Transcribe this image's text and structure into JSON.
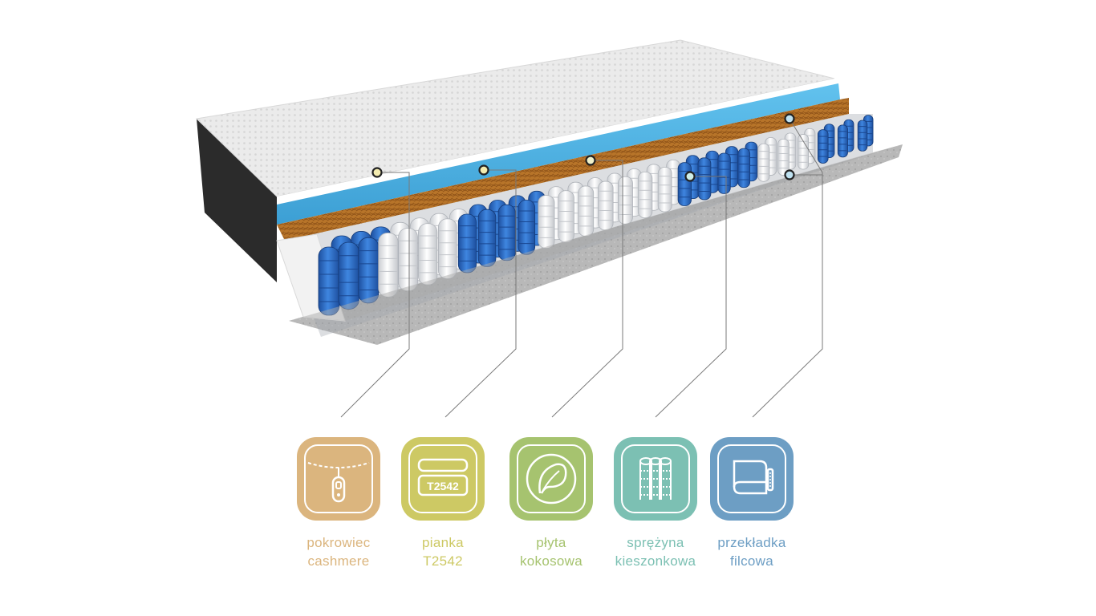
{
  "colors": {
    "cashmere": "#dbb57e",
    "pianka": "#cdc964",
    "kokos": "#a6c36f",
    "sprezyna": "#7cc0b3",
    "filc": "#6d9ec4",
    "spring_blue": "#2e6dc7",
    "spring_white": "#eef0f2",
    "foam_blue": "#4fb3e2",
    "coconut": "#b5742d"
  },
  "features": [
    {
      "id": "cashmere",
      "icon": "zipper-icon",
      "line1": "pokrowiec",
      "line2": "cashmere"
    },
    {
      "id": "pianka",
      "icon": "foam-board-icon",
      "icon_text": "T2542",
      "line1": "pianka",
      "line2": "T2542"
    },
    {
      "id": "kokos",
      "icon": "coconut-leaf-icon",
      "line1": "płyta",
      "line2": "kokosowa"
    },
    {
      "id": "sprezyna",
      "icon": "pocket-springs-icon",
      "line1": "sprężyna",
      "line2": "kieszonkowa"
    },
    {
      "id": "filc",
      "icon": "felt-pad-icon",
      "line1": "przekładka",
      "line2": "filcowa"
    }
  ]
}
